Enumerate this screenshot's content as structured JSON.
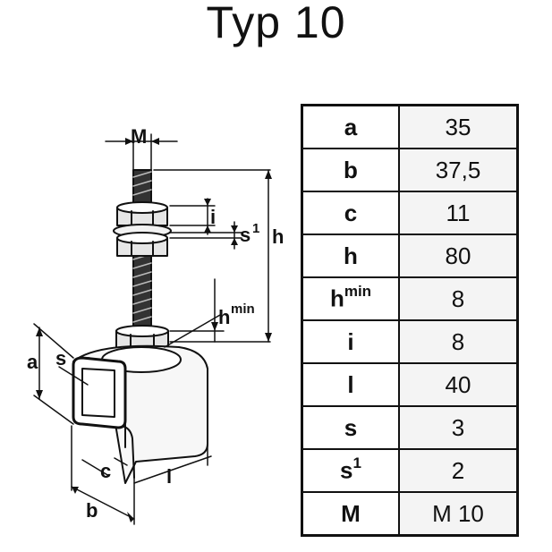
{
  "title": "Typ 10",
  "dimension_labels": {
    "M": "M",
    "i": "i",
    "s1": "s",
    "s1_sup": "1",
    "h": "h",
    "hmin": "h",
    "hmin_sup": "min",
    "a": "a",
    "s": "s",
    "c": "c",
    "l": "l",
    "b": "b"
  },
  "table": {
    "rows": [
      {
        "param": "a",
        "sup": "",
        "value": "35"
      },
      {
        "param": "b",
        "sup": "",
        "value": "37,5"
      },
      {
        "param": "c",
        "sup": "",
        "value": "11"
      },
      {
        "param": "h",
        "sup": "",
        "value": "80"
      },
      {
        "param": "h",
        "sup": "min",
        "value": "8"
      },
      {
        "param": "i",
        "sup": "",
        "value": "8"
      },
      {
        "param": "l",
        "sup": "",
        "value": "40"
      },
      {
        "param": "s",
        "sup": "",
        "value": "3"
      },
      {
        "param": "s",
        "sup": "1",
        "value": "2"
      },
      {
        "param": "M",
        "sup": "",
        "value": "M 10"
      }
    ]
  }
}
